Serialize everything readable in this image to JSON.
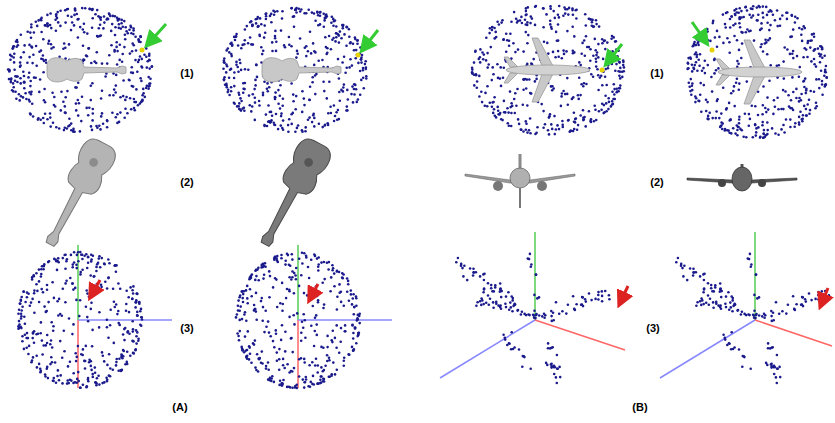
{
  "diagram": {
    "labels": [
      "(1)",
      "(2)",
      "(3)",
      "(1)",
      "(2)",
      "(3)",
      "(A)",
      "(B)"
    ]
  }
}
